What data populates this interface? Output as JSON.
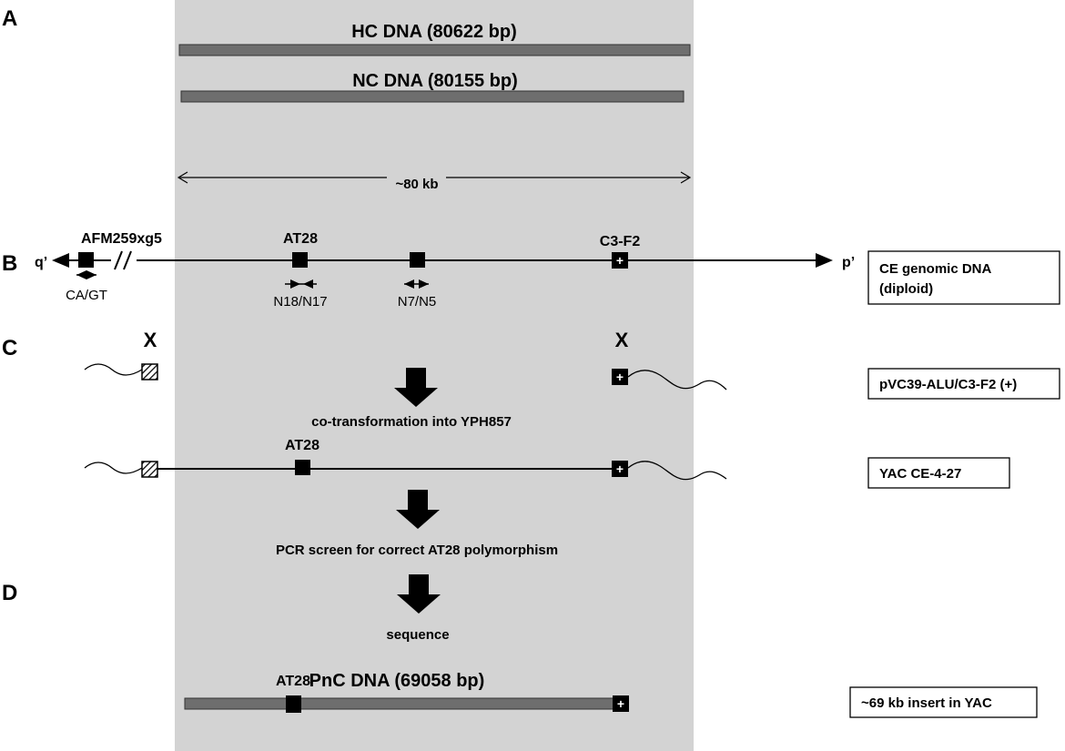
{
  "panels": {
    "a": "A",
    "b": "B",
    "c": "C",
    "d": "D"
  },
  "bars": {
    "hc": "HC DNA (80622 bp)",
    "nc": "NC DNA (80155 bp)",
    "pnc": "PnC DNA (69058 bp)"
  },
  "span_label": "~80 kb",
  "genomic": {
    "marker_afm": "AFM259xg5",
    "marker_at28": "AT28",
    "marker_c3f2": "C3-F2",
    "end_q": "q’",
    "end_p": "p’",
    "primer_cagt": "CA/GT",
    "primer_n18n17": "N18/N17",
    "primer_n7n5": "N7/N5"
  },
  "crossovers": {
    "left": "X",
    "right": "X"
  },
  "plus_symbol": "+",
  "yac": {
    "marker_at28": "AT28"
  },
  "pnc": {
    "marker_at28": "AT28"
  },
  "steps": {
    "step1": "co-transformation into YPH857",
    "step2": "PCR screen for correct AT28 polymorphism",
    "step3": "sequence"
  },
  "boxes": {
    "box1_line1": "CE genomic DNA",
    "box1_line2": "(diploid)",
    "box2": "pVC39-ALU/C3-F2 (+)",
    "box3": "YAC CE-4-27",
    "box4": "~69 kb insert in YAC"
  },
  "colors": {
    "shade": "#d3d3d3",
    "bar": "#6e6e6e",
    "ink": "#000000"
  }
}
